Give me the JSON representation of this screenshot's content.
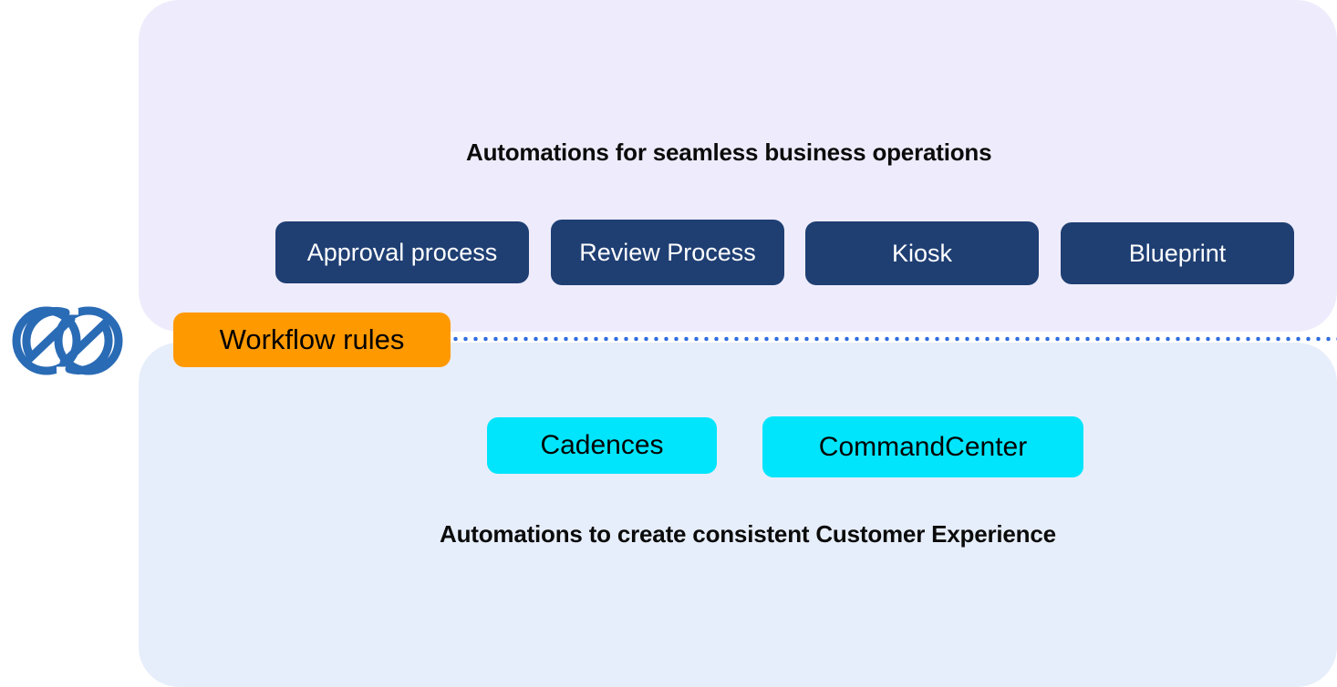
{
  "brand": {
    "logo_icon": "zoho-link-logo-icon",
    "logo_color": "#2a6bb5"
  },
  "colors": {
    "panel_top_bg": "#eeecfc",
    "panel_bottom_bg": "#e7eefb",
    "pill_navy": "#1f3f73",
    "pill_cyan": "#00e5fb",
    "pill_orange": "#ff9900",
    "connector_dots": "#2f6ddf",
    "heading_text": "#0b0b0b",
    "page_bg": "#ffffff"
  },
  "top_section": {
    "heading": "Automations for seamless business operations",
    "pills": [
      {
        "label": "Approval process",
        "style": "navy"
      },
      {
        "label": "Review Process",
        "style": "navy"
      },
      {
        "label": "Kiosk",
        "style": "navy"
      },
      {
        "label": "Blueprint",
        "style": "navy"
      }
    ]
  },
  "divider": {
    "pill": {
      "label": "Workflow rules",
      "style": "orange"
    },
    "connector_style": "dotted"
  },
  "bottom_section": {
    "heading": "Automations to create consistent Customer Experience",
    "pills": [
      {
        "label": "Cadences",
        "style": "cyan"
      },
      {
        "label": "CommandCenter",
        "style": "cyan"
      }
    ]
  }
}
